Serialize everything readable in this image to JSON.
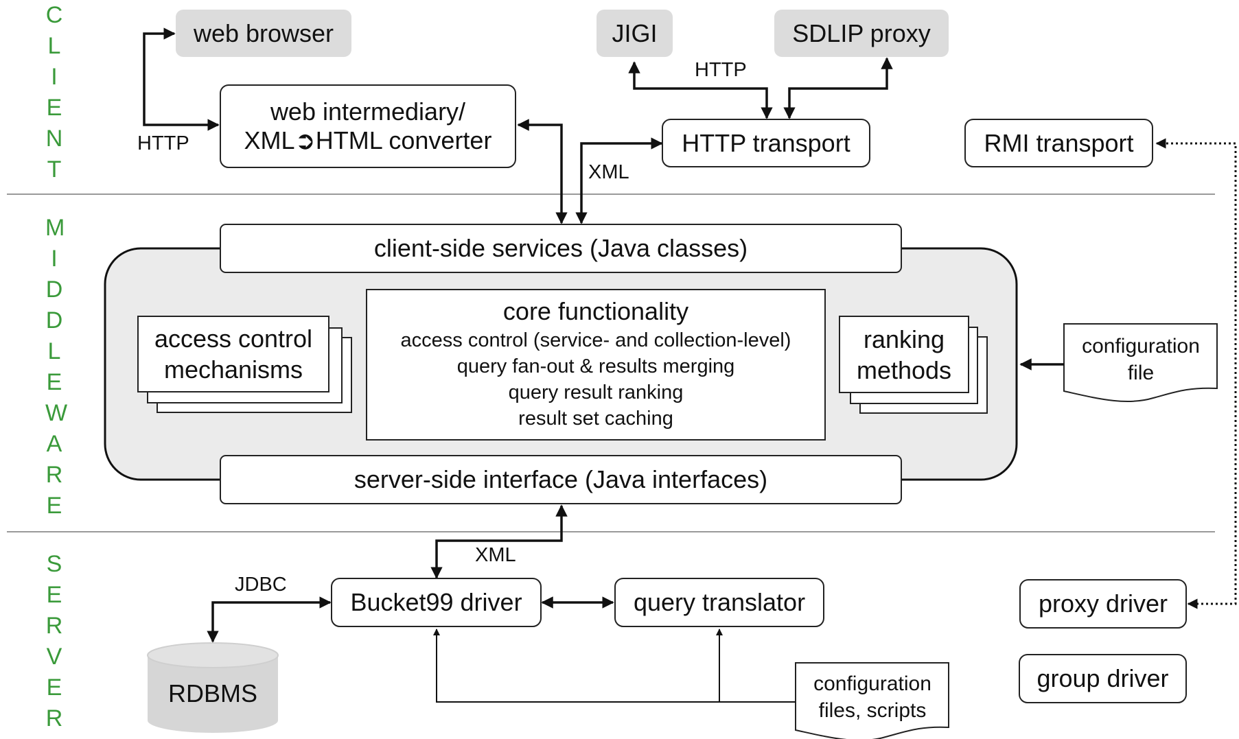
{
  "tiers": {
    "client": "CLIENT",
    "middleware": "MIDDLEWARE",
    "server": "SERVER"
  },
  "client": {
    "web_browser": "web browser",
    "jigi": "JIGI",
    "sdlip_proxy": "SDLIP proxy",
    "web_intermediary": [
      "web intermediary/",
      "XML➲HTML converter"
    ],
    "http_transport": "HTTP transport",
    "rmi_transport": "RMI transport",
    "label_http_left": "HTTP",
    "label_http_top": "HTTP",
    "label_xml": "XML"
  },
  "middleware": {
    "client_side_services": "client-side services (Java classes)",
    "server_side_interface": "server-side interface (Java interfaces)",
    "access_control": [
      "access control",
      "mechanisms"
    ],
    "ranking_methods": [
      "ranking",
      "methods"
    ],
    "core": {
      "title": "core functionality",
      "items": [
        "access control (service- and collection-level)",
        "query fan-out & results merging",
        "query result ranking",
        "result set caching"
      ]
    },
    "configuration_file": [
      "configuration",
      "file"
    ]
  },
  "server": {
    "bucket99_driver": "Bucket99 driver",
    "query_translator": "query translator",
    "proxy_driver": "proxy driver",
    "group_driver": "group driver",
    "rdbms": "RDBMS",
    "config_files": [
      "configuration",
      "files, scripts"
    ],
    "label_jdbc": "JDBC",
    "label_xml": "XML"
  },
  "colors": {
    "tier_label": "#3a9a3a",
    "external_fill": "#dcdcdc",
    "middleware_fill": "#ebebeb",
    "stroke": "#222222"
  }
}
